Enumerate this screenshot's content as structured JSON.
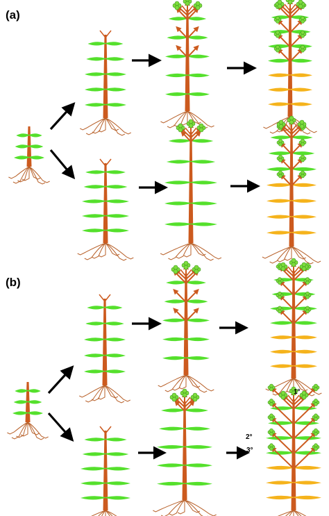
{
  "panels": [
    {
      "label": "(a)",
      "seedling": "plant",
      "branches": [
        {
          "stages": [
            "plant",
            "plant",
            "plant"
          ]
        },
        {
          "stages": [
            "plant",
            "plant",
            "plant"
          ]
        }
      ]
    },
    {
      "label": "(b)",
      "seedling": "plant",
      "branches": [
        {
          "stages": [
            "plant",
            "plant",
            "plant"
          ]
        },
        {
          "stages": [
            "plant",
            "plant",
            "plant"
          ]
        }
      ]
    }
  ],
  "branch_order_labels": {
    "primary": "1°",
    "secondary": "2°",
    "tertiary": "3°"
  },
  "colors": {
    "stem": "#cc5a1e",
    "root": "#b8612a",
    "leaf": "#55e02c",
    "leaf_old": "#f5b31c",
    "flower": "#7ddc3c",
    "arrow": "#000000",
    "background": "#ffffff"
  }
}
